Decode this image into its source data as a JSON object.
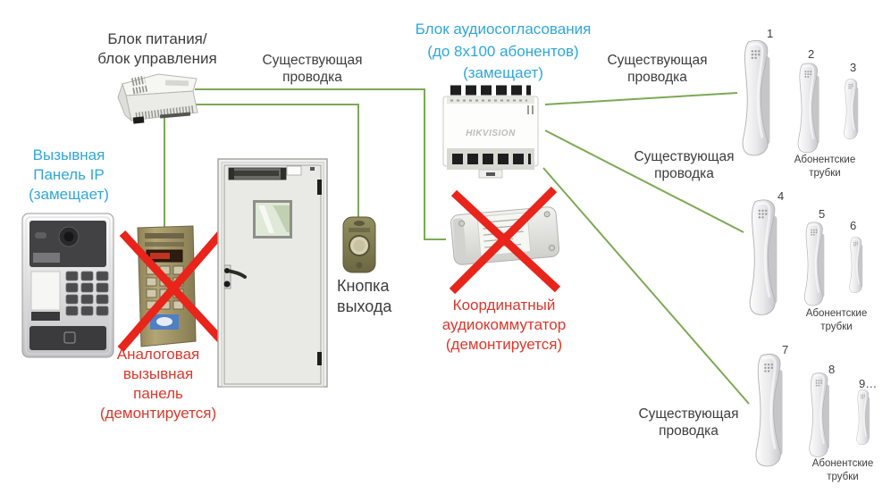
{
  "colors": {
    "accent_blue": "#2FA6DA",
    "alert_red": "#DC372B",
    "cross_red": "#E8241B",
    "wire_green": "#7CA955",
    "text_dark": "#3D3D3D"
  },
  "labels": {
    "power_unit": "Блок питания/\nблок управления",
    "ip_panel": "Вызывная\nПанель IP\n(замещает)",
    "analog_panel": "Аналоговая\nвызывная\nпанель\n(демонтируется)",
    "audio_unit": "Блок аудиосогласования\n(до 8х100 абонентов)\n(замещает)",
    "coordinate_switch": "Координатный\nаудиокоммутатор\n(демонтируется)",
    "exit_button": "Кнопка\nвыхода",
    "wiring_top_center": "Существующая\nпроводка",
    "wiring_top_right": "Существующая\nпроводка",
    "wiring_mid_right": "Существующая\nпроводка",
    "wiring_bottom_right": "Существующая\nпроводка",
    "hikvision_logo": "HIKVISION"
  },
  "handset_groups": [
    {
      "numbers": [
        "1",
        "2",
        "3"
      ],
      "caption": "Абонентские\nтрубки"
    },
    {
      "numbers": [
        "4",
        "5",
        "6"
      ],
      "caption": "Абонентские\nтрубки"
    },
    {
      "numbers": [
        "7",
        "8",
        "9…"
      ],
      "caption": "Абонентские\nтрубки"
    }
  ]
}
